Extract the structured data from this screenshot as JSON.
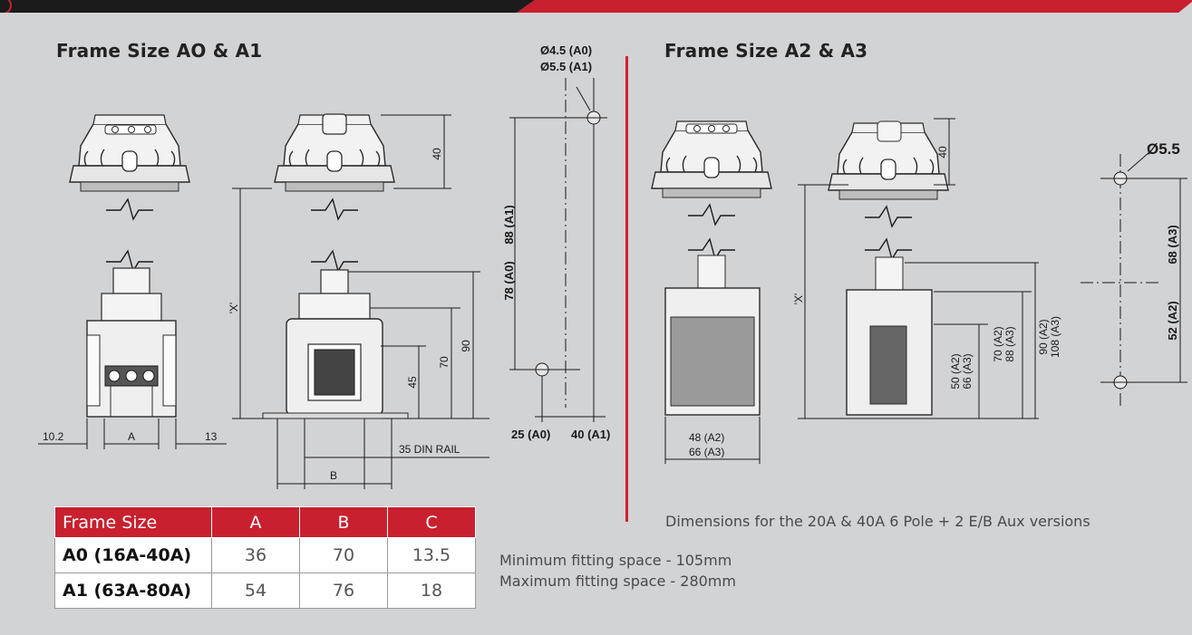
{
  "titles": {
    "left": "Frame Size AO & A1",
    "right": "Frame Size A2 & A3"
  },
  "dims_a0a1": {
    "d40": "40",
    "x": "'X'",
    "d45": "45",
    "d70": "70",
    "d90": "90",
    "d10_2": "10.2",
    "a": "A",
    "d13": "13",
    "din_rail": "35 DIN RAIL",
    "b": "B"
  },
  "mount_a0a1": {
    "hole_a0": "Ø4.5 (A0)",
    "hole_a1": "Ø5.5 (A1)",
    "v88": "88 (A1)",
    "v78": "78 (A0)",
    "h25": "25 (A0)",
    "h40": "40 (A1)"
  },
  "dims_a2a3": {
    "d40": "40",
    "x": "'X'",
    "d50_a2": "50 (A2)",
    "d66_a3": "66 (A3)",
    "d70_a2": "70 (A2)",
    "d88_a3": "88 (A3)",
    "d90_a2": "90 (A2)",
    "d108_a3": "108 (A3)",
    "w48_a2": "48 (A2)",
    "w66_a3": "66  (A3)"
  },
  "mount_a2a3": {
    "hole": "Ø5.5",
    "v68": "68 (A3)",
    "v52": "52 (A2)"
  },
  "notes": {
    "dimensions": "Dimensions for the 20A & 40A 6 Pole + 2 E/B Aux versions",
    "min_space": "Minimum fitting space - 105mm",
    "max_space": "Maximum fitting space - 280mm"
  },
  "table": {
    "headers": [
      "Frame Size",
      "A",
      "B",
      "C"
    ],
    "rows": [
      [
        "A0 (16A-40A)",
        "36",
        "70",
        "13.5"
      ],
      [
        "A1 (63A-80A)",
        "54",
        "76",
        "18"
      ]
    ]
  },
  "colors": {
    "accent": "#c8202f",
    "background": "#d2d3d5",
    "bar_dark": "#1b1b1b"
  }
}
